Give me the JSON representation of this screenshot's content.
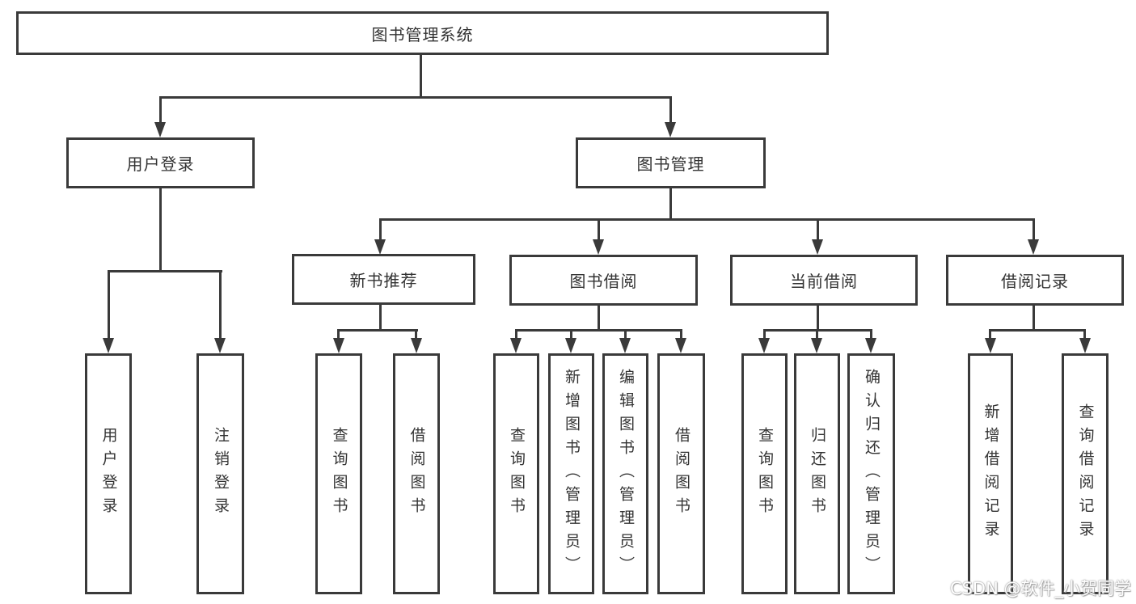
{
  "diagram": {
    "root": {
      "label": "图书管理系统"
    },
    "user_login": {
      "label": "用户登录",
      "children": [
        "用户登录",
        "注销登录"
      ]
    },
    "book_mgmt": {
      "label": "图书管理"
    },
    "new_book": {
      "label": "新书推荐",
      "children": [
        "查询图书",
        "借阅图书"
      ]
    },
    "book_borrow": {
      "label": "图书借阅",
      "children": [
        "查询图书",
        "新增图书（管理员）",
        "编辑图书（管理员）",
        "借阅图书"
      ]
    },
    "current_borrow": {
      "label": "当前借阅",
      "children": [
        "查询图书",
        "归还图书",
        "确认归还（管理员）"
      ]
    },
    "borrow_record": {
      "label": "借阅记录",
      "children": [
        "新增借阅记录",
        "查询借阅记录"
      ]
    }
  },
  "watermark": {
    "text": "CSDN @软件_小贺同学"
  },
  "colors": {
    "line": "#3a3a3a",
    "text": "#333333",
    "background": "#ffffff",
    "watermark_text": "#ffffff",
    "watermark_outline": "#979797"
  }
}
